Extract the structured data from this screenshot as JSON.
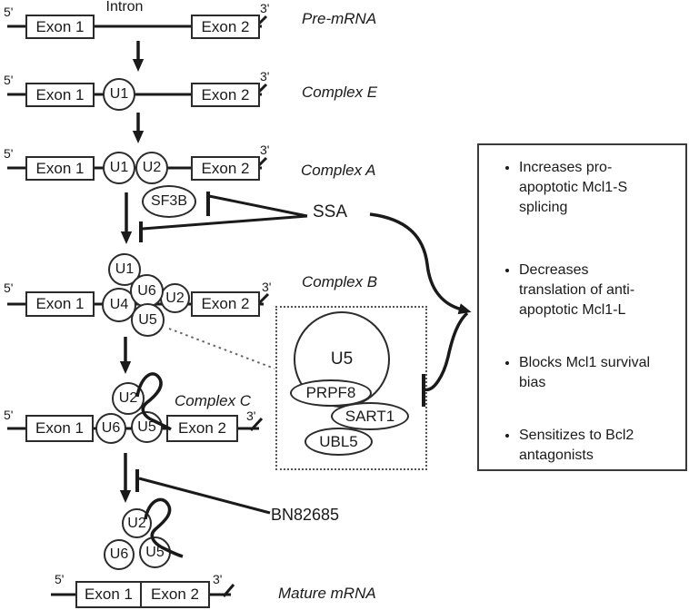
{
  "colors": {
    "ink": "#1a1a1a",
    "background": "#ffffff"
  },
  "labels": {
    "five_prime": "5'",
    "three_prime": "3'",
    "exon1": "Exon 1",
    "exon2": "Exon 2",
    "intron": "Intron"
  },
  "stages": {
    "pre_mrna": "Pre-mRNA",
    "complex_e": "Complex E",
    "complex_a": "Complex A",
    "complex_b": "Complex B",
    "complex_c": "Complex C",
    "mature_mrna": "Mature mRNA"
  },
  "snrnps": {
    "u1": "U1",
    "u2": "U2",
    "u4": "U4",
    "u5": "U5",
    "u6": "U6"
  },
  "factors": {
    "sf3b": "SF3B",
    "u5_complex": "U5",
    "prpf8": "PRPF8",
    "sart1": "SART1",
    "ubl5": "UBL5"
  },
  "inhibitors": {
    "ssa": "SSA",
    "bn82685": "BN82685"
  },
  "effects": [
    "Increases pro-apoptotic Mcl1-S splicing",
    "Decreases translation of anti-apoptotic Mcl1-L",
    "Blocks Mcl1 survival bias",
    "Sensitizes to Bcl2 antagonists"
  ]
}
